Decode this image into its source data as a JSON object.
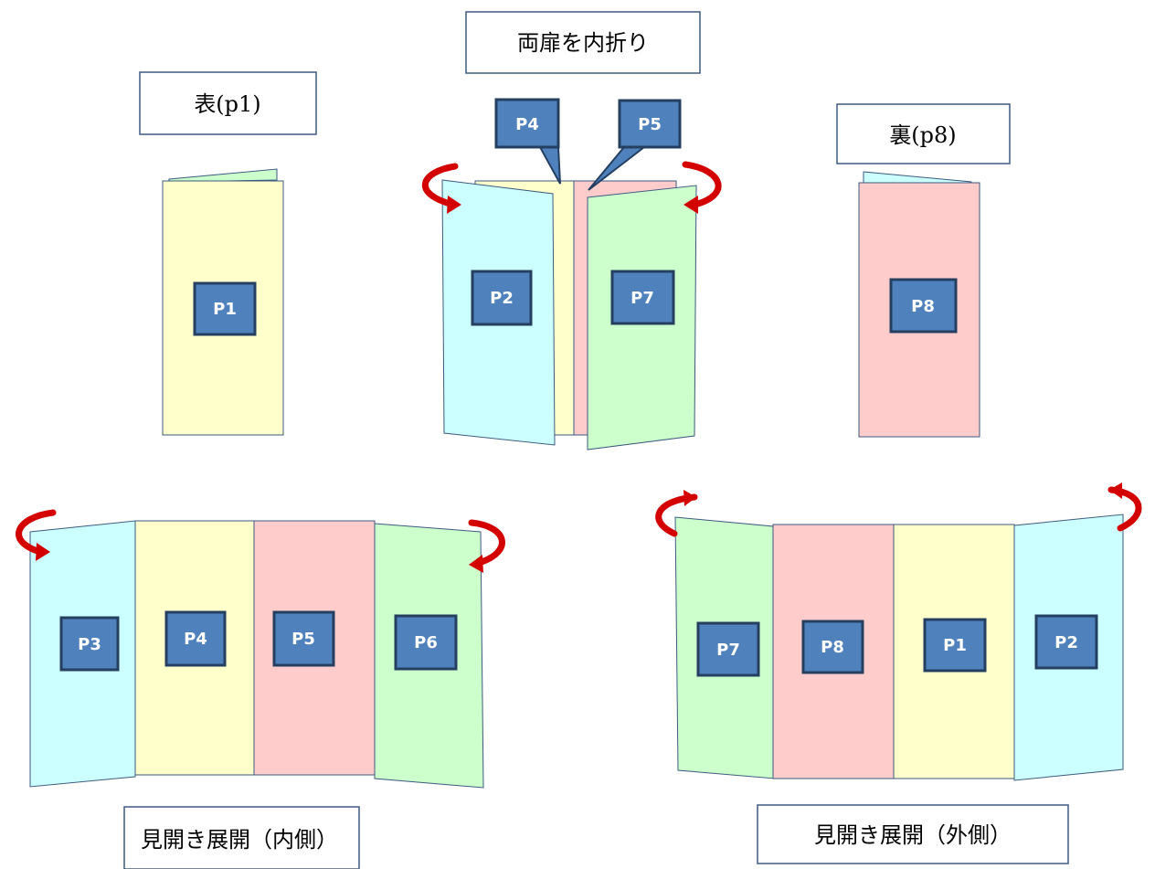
{
  "colors": {
    "yellow": "#ffffcc",
    "pink": "#ffcccc",
    "cyan": "#ccffff",
    "green": "#ccffcc",
    "panel_border": "#3d5a80",
    "tag_fill": "#4f81bd",
    "tag_border": "#243f60",
    "tag_text": "#ffffff",
    "arrow": "#d40000",
    "label_border": "#3d5a80"
  },
  "labels": {
    "front": "表(p1)",
    "fold_inward": "両扉を内折り",
    "back": "裏(p8)",
    "spread_inside": "見開き展開（内側）",
    "spread_outside": "見開き展開（外側）"
  },
  "tags": {
    "front_p1": "P1",
    "fold_p2": "P2",
    "fold_p4": "P4",
    "fold_p5": "P5",
    "fold_p7": "P7",
    "back_p8": "P8",
    "inside_p3": "P3",
    "inside_p4": "P4",
    "inside_p5": "P5",
    "inside_p6": "P6",
    "outside_p7": "P7",
    "outside_p8": "P8",
    "outside_p1": "P1",
    "outside_p2": "P2"
  },
  "icons": {
    "rotate_arrow": "curved-rotate-arrow-icon"
  }
}
